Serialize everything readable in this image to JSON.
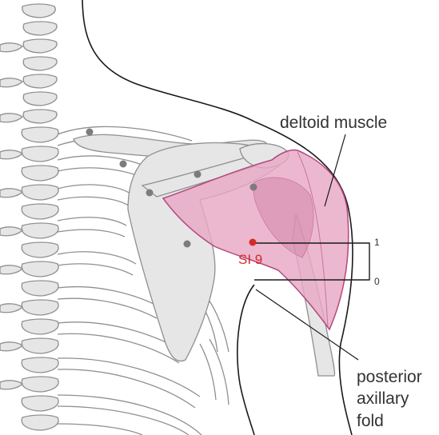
{
  "labels": {
    "deltoid": "deltoid muscle",
    "posterior": [
      "posterior",
      "axillary",
      "fold"
    ],
    "point": "SI 9",
    "scale_top": "1",
    "scale_bottom": "0"
  },
  "colors": {
    "bone_fill": "#e6e6e6",
    "bone_stroke": "#8f8f8f",
    "muscle_fill": "#e8a8c4",
    "muscle_dark": "#c56d96",
    "muscle_stroke": "#b4487d",
    "point": "#d42a2a",
    "dot": "#7c7c7c",
    "line": "#1a1a1a"
  },
  "icons": {
    "acupoint": "red-dot-icon",
    "landmark": "grey-dot-icon"
  }
}
